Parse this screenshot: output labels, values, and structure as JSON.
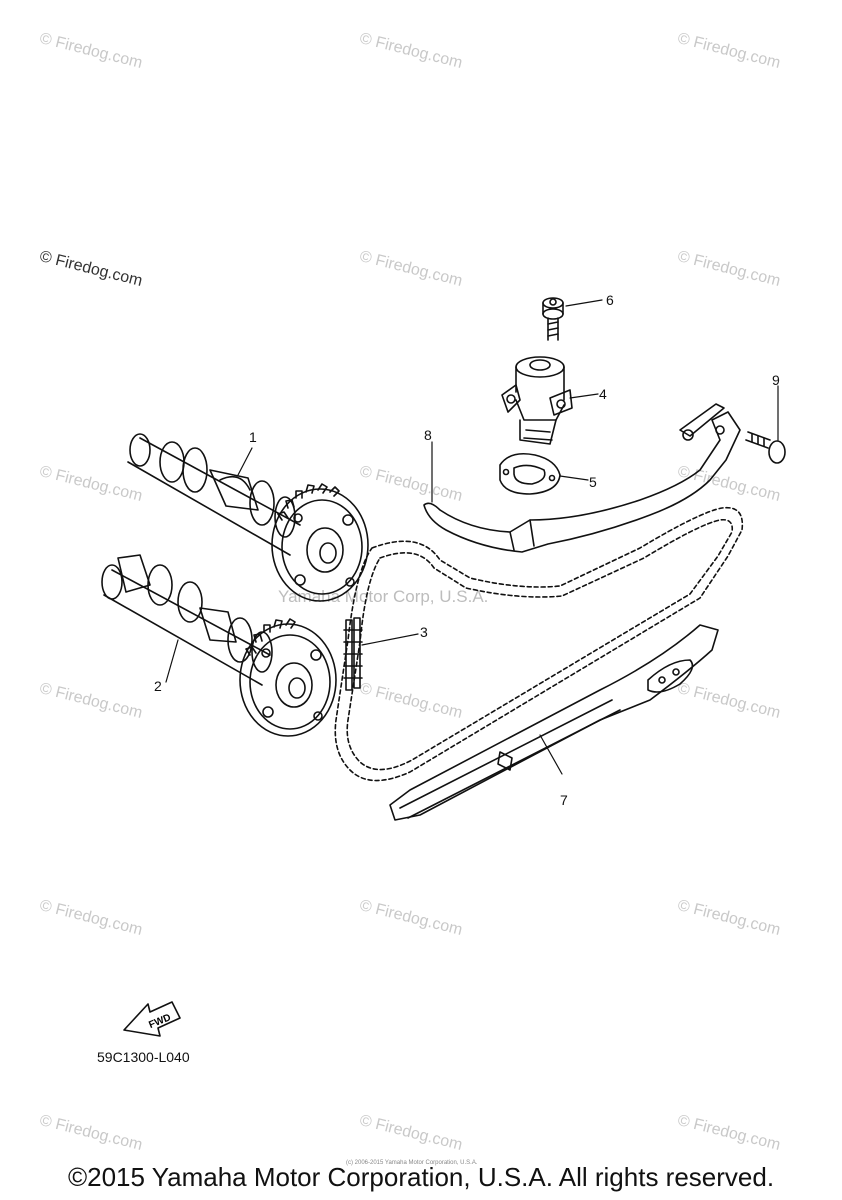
{
  "diagram": {
    "callouts": [
      "1",
      "2",
      "3",
      "4",
      "5",
      "6",
      "7",
      "8",
      "9"
    ],
    "watermark_text": "© Firedog.com",
    "firedog_main": "© Firedog.com",
    "center_watermark": "Yamaha Motor Corp, U.S.A.",
    "fwd_label": "FWD",
    "part_code": "59C1300-L040",
    "tiny_copyright": "(c) 2006-2015 Yamaha Motor Corporation, U.S.A.",
    "copyright": "©2015 Yamaha Motor Corporation, U.S.A. All rights reserved."
  }
}
